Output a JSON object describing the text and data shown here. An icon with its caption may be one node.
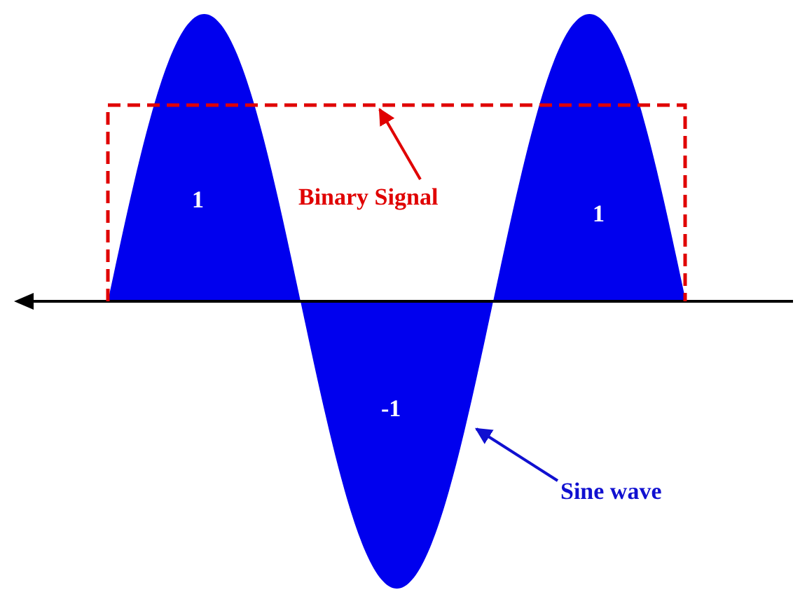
{
  "diagram": {
    "nodes": [
      {
        "text": [
          "Binary Signal"
        ],
        "in": 1
      },
      {
        "text": [],
        "shape": "box"
      },
      {
        "text": [
          "Sine wave"
        ]
      },
      {
        "text": [],
        "shape": "picture"
      }
    ],
    "edges": [
      {
        "from": 0,
        "to": 1,
        "arrow": "to",
        "color": "#e00000"
      },
      {
        "from": 2,
        "to": 3,
        "arrow": "to",
        "color": "#1010d0"
      }
    ],
    "labels": [
      "1",
      "1",
      "-1"
    ]
  }
}
